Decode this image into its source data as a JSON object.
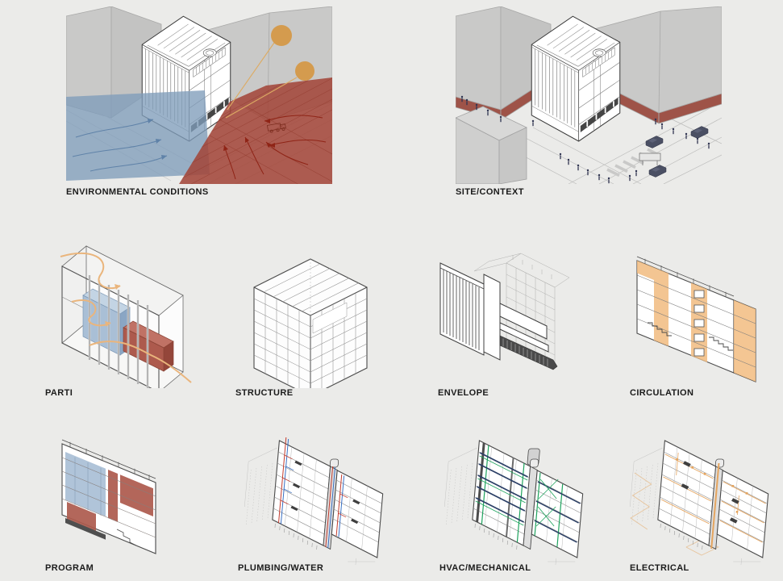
{
  "page": {
    "kind": "architectural systems diagram sheet",
    "sheet_bg": "#ebebe9",
    "label_color": "#1b1b1b"
  },
  "colors": {
    "sheet_bg": "#ebebe9",
    "label_color": "#1b1b1b",
    "wind_blue": "#7f9cba",
    "heat_red": "#a3473a",
    "sun_orange": "#d49b4e",
    "flow_orange": "#eab57c",
    "circulation_orange": "#f2bc80",
    "program_blue": "#a9bfd6",
    "program_red": "#ad5a4d",
    "context_gray": "#c9c9c8",
    "brick_red": "#9e5348",
    "car_navy": "#4b5064",
    "hvac_green": "#1ea35d",
    "hvac_navy": "#2b3f66",
    "plumbing_red": "#c23b2e",
    "plumbing_blue": "#3a6fc2",
    "electrical_orange": "#e5a55f",
    "line_dark": "#3a3a3a"
  },
  "panels": [
    {
      "id": "environmental-conditions",
      "label": "ENVIRONMENTAL CONDITIONS"
    },
    {
      "id": "site-context",
      "label": "SITE/CONTEXT"
    },
    {
      "id": "parti",
      "label": "PARTI"
    },
    {
      "id": "structure",
      "label": "STRUCTURE"
    },
    {
      "id": "envelope",
      "label": "ENVELOPE"
    },
    {
      "id": "circulation",
      "label": "CIRCULATION"
    },
    {
      "id": "program",
      "label": "PROGRAM"
    },
    {
      "id": "plumbing-water",
      "label": "PLUMBING/WATER"
    },
    {
      "id": "hvac-mechanical",
      "label": "HVAC/MECHANICAL"
    },
    {
      "id": "electrical",
      "label": "ELECTRICAL"
    }
  ]
}
